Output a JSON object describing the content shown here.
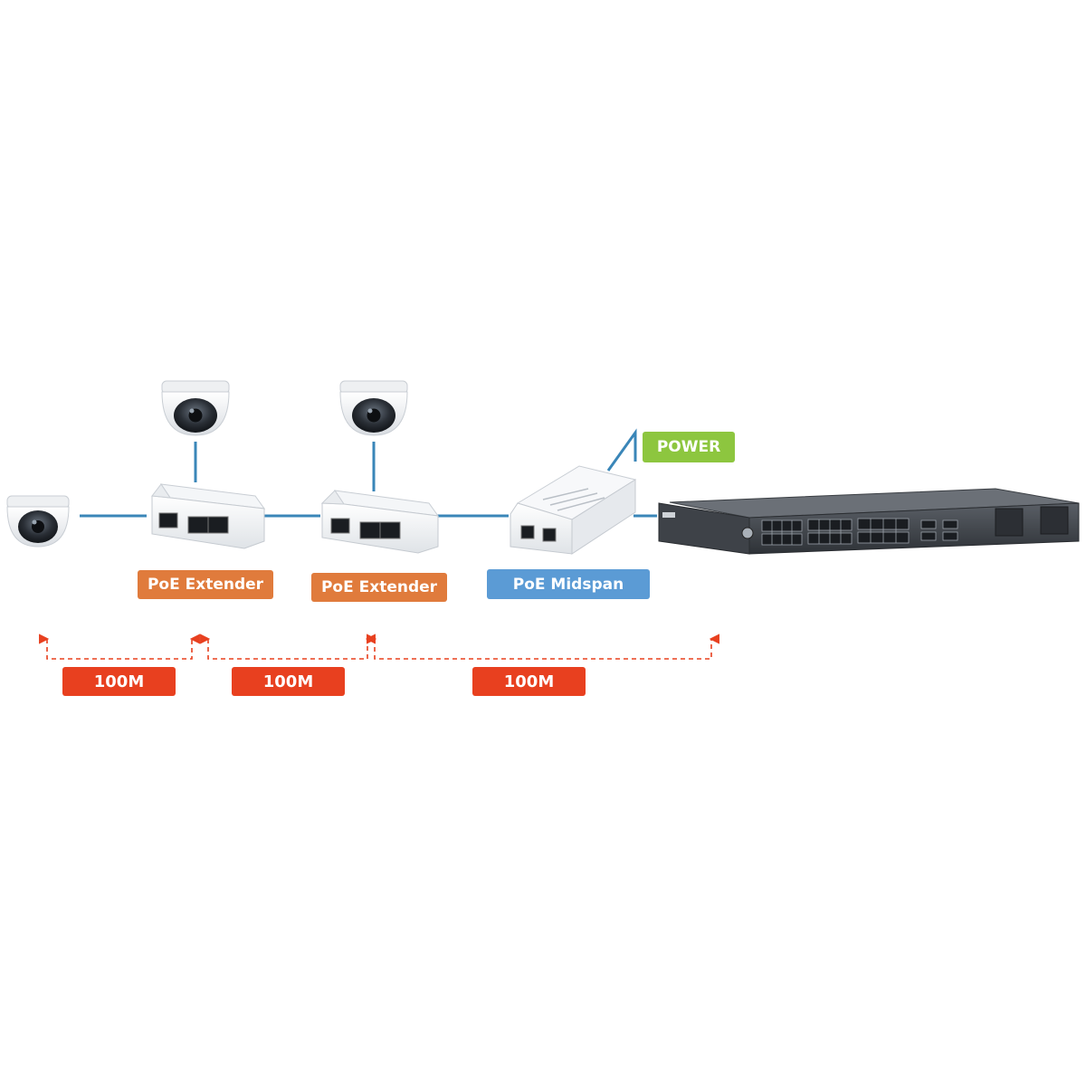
{
  "colors": {
    "cable": "#3a86b8",
    "extender_label": "#e07b3c",
    "midspan_label": "#5b9bd5",
    "power_label": "#8dc63f",
    "distance_label": "#e8401f",
    "distance_line": "#e8401f"
  },
  "nodes": {
    "camera_icon": "dome-camera-icon",
    "extender_icon": "poe-extender-icon",
    "midspan_icon": "poe-midspan-icon",
    "switch_icon": "network-switch-icon"
  },
  "labels": {
    "extender_1": "PoE Extender",
    "extender_2": "PoE Extender",
    "midspan": "PoE Midspan",
    "power": "POWER"
  },
  "distances": [
    "100M",
    "100M",
    "100M"
  ]
}
